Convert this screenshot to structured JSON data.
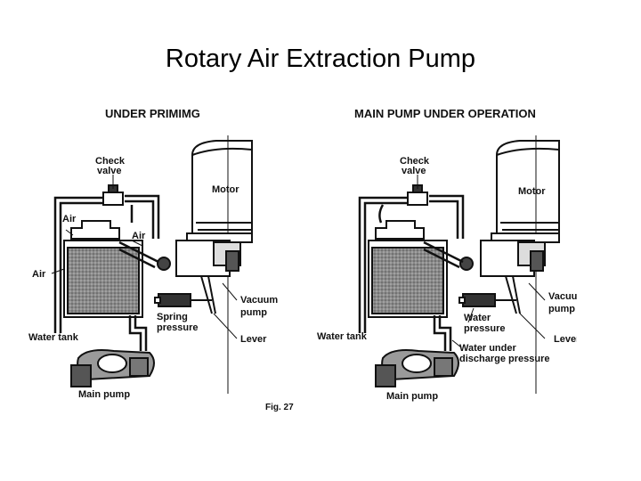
{
  "slide": {
    "title": "Rotary Air Extraction Pump"
  },
  "left_panel": {
    "heading": "UNDER PRIMIMG",
    "labels": {
      "check_valve_1": "Check",
      "check_valve_2": "valve",
      "motor": "Motor",
      "air_top": "Air",
      "air_mid": "Air",
      "air_side": "Air",
      "vacuum_pump_1": "Vacuum",
      "vacuum_pump_2": "pump",
      "spring_pressure_1": "Spring",
      "spring_pressure_2": "pressure",
      "water_tank": "Water tank",
      "lever": "Lever",
      "main_pump": "Main pump"
    }
  },
  "right_panel": {
    "heading": "MAIN PUMP UNDER OPERATION",
    "labels": {
      "check_valve_1": "Check",
      "check_valve_2": "valve",
      "motor": "Motor",
      "vacuum_pump_1": "Vacuum",
      "vacuum_pump_2": "pump",
      "water_pressure_1": "Water",
      "water_pressure_2": "pressure",
      "water_tank": "Water tank",
      "lever": "Lever",
      "discharge_1": "Water under",
      "discharge_2": "discharge pressure",
      "main_pump": "Main pump"
    }
  },
  "figure_caption": "Fig. 27"
}
